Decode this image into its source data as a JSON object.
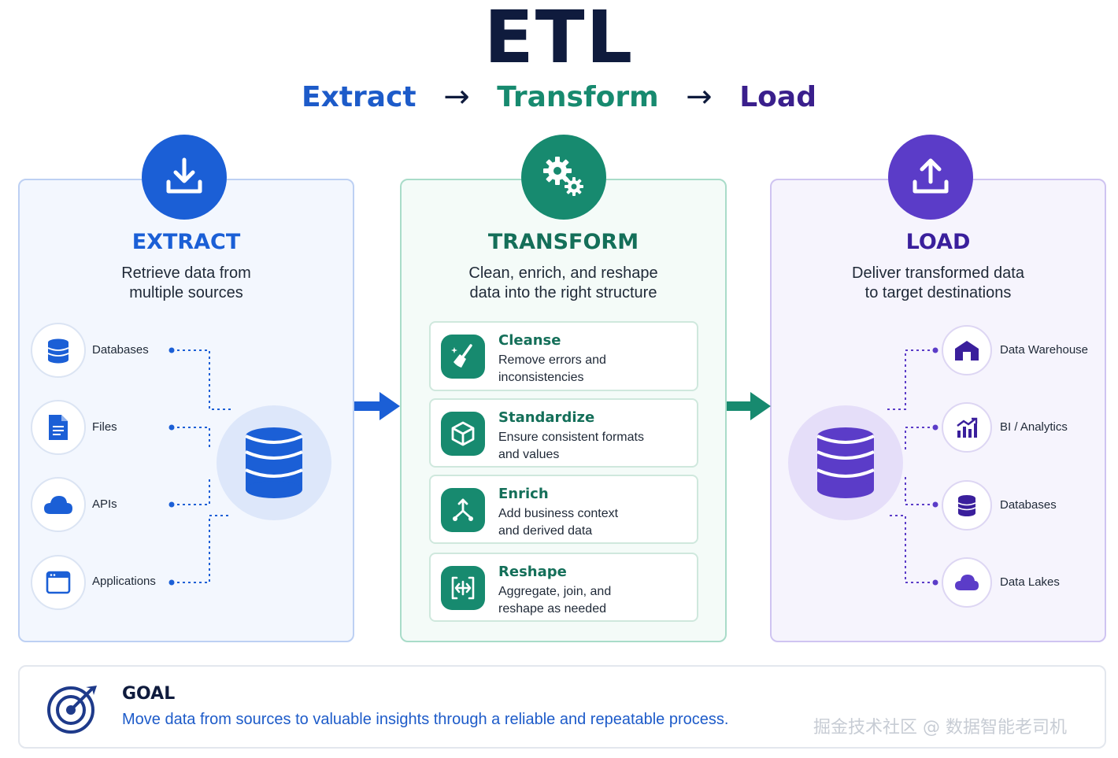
{
  "header": {
    "title": "ETL",
    "subtitle": {
      "extract": "Extract",
      "transform": "Transform",
      "load": "Load",
      "arrow": "→"
    }
  },
  "extract": {
    "title": "EXTRACT",
    "description_line1": "Retrieve data from",
    "description_line2": "multiple sources",
    "sources": [
      {
        "label": "Databases",
        "icon": "database-icon"
      },
      {
        "label": "Files",
        "icon": "file-icon"
      },
      {
        "label": "APIs",
        "icon": "cloud-icon"
      },
      {
        "label": "Applications",
        "icon": "browser-window-icon"
      }
    ]
  },
  "transform": {
    "title": "TRANSFORM",
    "description_line1": "Clean, enrich, and reshape",
    "description_line2": "data into the right structure",
    "steps": [
      {
        "title": "Cleanse",
        "line1": "Remove errors and",
        "line2": "inconsistencies",
        "icon": "broom-icon"
      },
      {
        "title": "Standardize",
        "line1": "Ensure consistent formats",
        "line2": "and values",
        "icon": "cube-icon"
      },
      {
        "title": "Enrich",
        "line1": "Add business context",
        "line2": "and derived data",
        "icon": "branch-icon"
      },
      {
        "title": "Reshape",
        "line1": "Aggregate, join, and",
        "line2": "reshape as needed",
        "icon": "reshape-icon"
      }
    ]
  },
  "load": {
    "title": "LOAD",
    "description_line1": "Deliver transformed data",
    "description_line2": "to target destinations",
    "destinations": [
      {
        "label": "Data Warehouse",
        "icon": "warehouse-icon"
      },
      {
        "label": "BI / Analytics",
        "icon": "bar-chart-icon"
      },
      {
        "label": "Databases",
        "icon": "database-icon"
      },
      {
        "label": "Data Lakes",
        "icon": "cloud-icon"
      }
    ]
  },
  "goal": {
    "title": "GOAL",
    "text": "Move data from sources to valuable insights through a reliable and repeatable process."
  },
  "watermark": "掘金技术社区 @ 数据智能老司机",
  "colors": {
    "extract": "#1b5fd6",
    "transform": "#178a6f",
    "load": "#5b3cc8",
    "navy": "#0f1b3d"
  }
}
